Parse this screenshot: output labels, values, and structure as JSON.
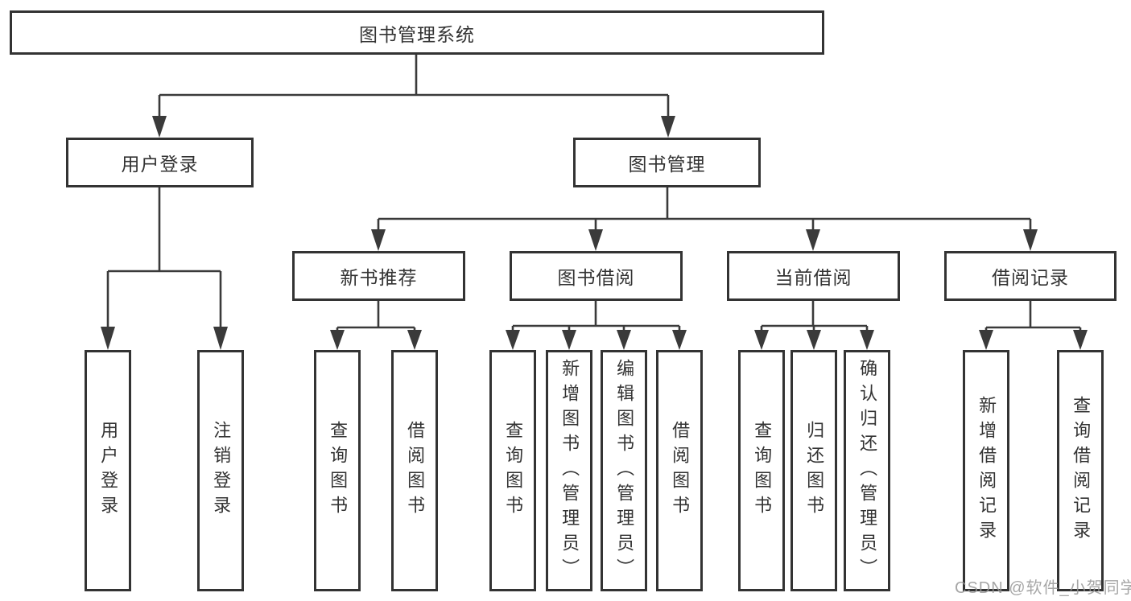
{
  "diagram_title": "图书管理系统",
  "tree": {
    "root": "图书管理系统",
    "branches": [
      {
        "label": "用户登录",
        "children": [
          "用户登录",
          "注销登录"
        ]
      },
      {
        "label": "图书管理",
        "children": [
          {
            "label": "新书推荐",
            "children": [
              "查询图书",
              "借阅图书"
            ]
          },
          {
            "label": "图书借阅",
            "children": [
              "查询图书",
              "新增图书（管理员）",
              "编辑图书（管理员）",
              "借阅图书"
            ]
          },
          {
            "label": "当前借阅",
            "children": [
              "查询图书",
              "归还图书",
              "确认归还（管理员）"
            ]
          },
          {
            "label": "借阅记录",
            "children": [
              "新增借阅记录",
              "查询借阅记录"
            ]
          }
        ]
      }
    ]
  },
  "watermark": "CSDN @软件_小贺同学",
  "colors": {
    "line": "#3a3a3a",
    "box_border": "#333333",
    "box_fill": "#ffffff",
    "text": "#333333",
    "watermark": "#969696",
    "background": "#ffffff"
  }
}
